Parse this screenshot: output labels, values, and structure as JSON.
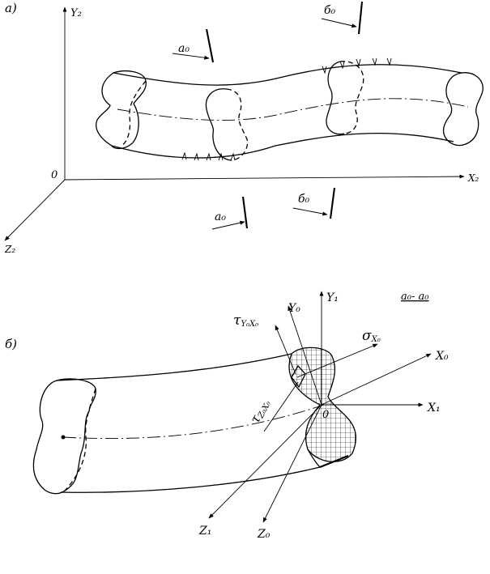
{
  "panel_a": {
    "label": "а)",
    "axis_y": "Y₂",
    "axis_x": "X₂",
    "axis_z": "Z₂",
    "origin": "0",
    "section_a_top": "а₀",
    "section_b_top": "б₀",
    "section_a_bottom": "а₀",
    "section_b_bottom": "б₀"
  },
  "panel_b": {
    "label": "б)",
    "section_title": "а₀- а₀",
    "axis_y1": "Y₁",
    "axis_y0": "Y₀",
    "axis_x0": "X₀",
    "axis_x1": "X₁",
    "axis_z1": "Z₁",
    "axis_z0": "Z₀",
    "origin": "0",
    "tau_yx": "τ",
    "tau_yx_sub": "Y₀X₀",
    "sigma": "σ",
    "sigma_sub": "X₀",
    "tau_zx": "τ",
    "tau_zx_sub": "Z₀X₀"
  }
}
